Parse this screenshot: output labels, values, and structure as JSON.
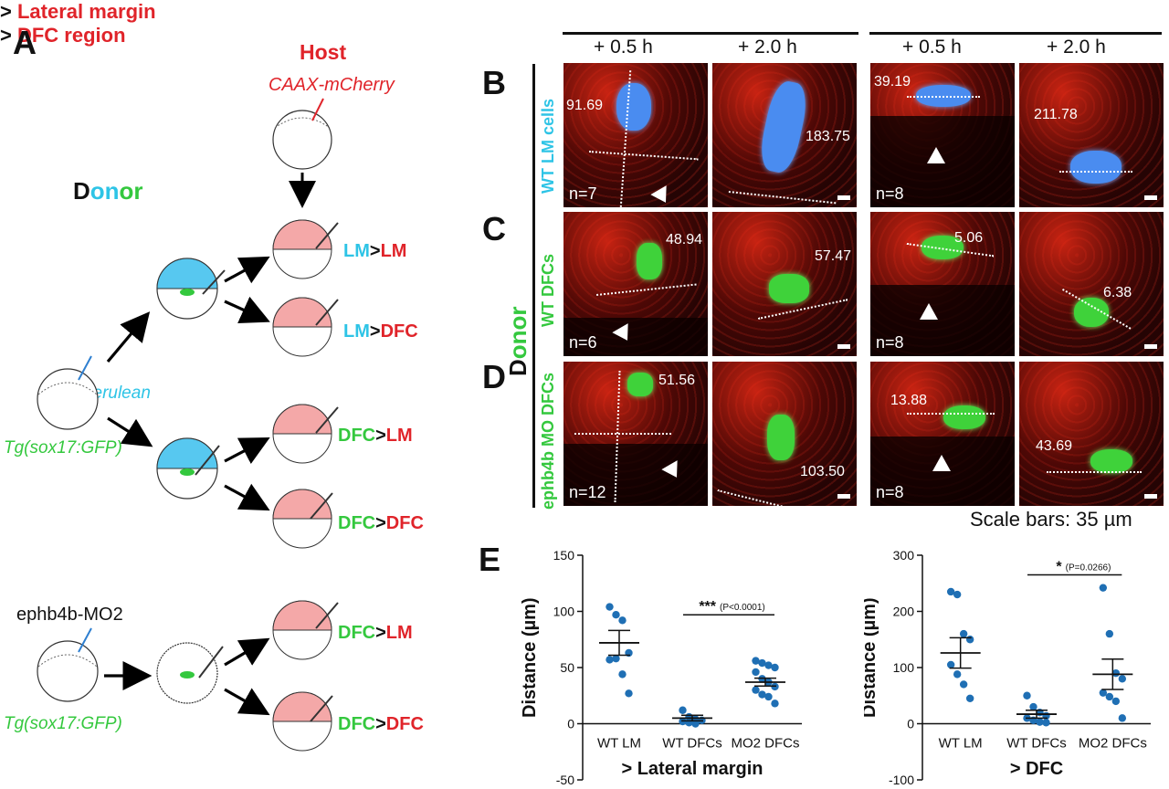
{
  "panel_A": {
    "letter": "A",
    "host_title": "Host",
    "host_injection": "CAAX-mCherry",
    "donor_title": {
      "d": "D",
      "on": "on",
      "or": "or"
    },
    "cerulean": "cerulean",
    "tg_label_top": "Tg(sox17:GFP)",
    "tg_label_bottom": "Tg(sox17:GFP)",
    "morpholino": "ephb4b-MO2",
    "transplants": [
      {
        "src": "LM",
        "sep": ">",
        "dst": "LM"
      },
      {
        "src": "LM",
        "sep": ">",
        "dst": "DFC"
      },
      {
        "src": "DFC",
        "sep": ">",
        "dst": "LM"
      },
      {
        "src": "DFC",
        "sep": ">",
        "dst": "DFC"
      },
      {
        "src": "DFC",
        "sep": ">",
        "dst": "LM"
      },
      {
        "src": "DFC",
        "sep": ">",
        "dst": "DFC"
      }
    ]
  },
  "panel_B_to_D": {
    "header_left": {
      "prefix": ">",
      "text": "Lateral margin"
    },
    "header_right": {
      "prefix": ">",
      "text": "DFC region"
    },
    "times": [
      "+ 0.5 h",
      "+ 2.0 h",
      "+ 0.5 h",
      "+ 2.0 h"
    ],
    "donor_vertical": {
      "d": "D",
      "rest": "onor"
    },
    "rows": [
      {
        "letter": "B",
        "label": "WT LM cells",
        "n_left": "n=7",
        "n_right": "n=8",
        "values": [
          "91.69",
          "183.75",
          "39.19",
          "211.78"
        ]
      },
      {
        "letter": "C",
        "label": "WT DFCs",
        "n_left": "n=6",
        "n_right": "n=8",
        "values": [
          "48.94",
          "57.47",
          "5.06",
          "6.38"
        ]
      },
      {
        "letter": "D",
        "label": "ephb4b MO DFCs",
        "n_left": "n=12",
        "n_right": "n=8",
        "values": [
          "51.56",
          "103.50",
          "13.88",
          "43.69"
        ]
      }
    ],
    "scale_bar": "Scale bars: 35 µm"
  },
  "panel_E": {
    "letter": "E",
    "chart_data": [
      {
        "type": "scatter",
        "ylabel": "Distance (µm)",
        "xlabel": "> Lateral margin",
        "categories": [
          "WT LM",
          "WT DFCs",
          "MO2 DFCs"
        ],
        "ylim": [
          -50,
          150
        ],
        "yticks": [
          -50,
          0,
          50,
          100,
          150
        ],
        "points": [
          [
            104,
            97,
            92,
            63,
            57,
            58,
            44,
            27
          ],
          [
            12,
            6,
            4,
            3,
            2,
            1,
            0
          ],
          [
            56,
            54,
            52,
            50,
            46,
            40,
            37,
            33,
            30,
            26,
            24,
            18
          ]
        ],
        "means": [
          72,
          5,
          37
        ],
        "sems": [
          11,
          2.5,
          3.5
        ],
        "significance": {
          "stars": "***",
          "p": "(P<0.0001)",
          "between": [
            "WT DFCs",
            "MO2 DFCs"
          ]
        },
        "color": "#1f6fb4"
      },
      {
        "type": "scatter",
        "ylabel": "Distance (µm)",
        "xlabel": "> DFC",
        "categories": [
          "WT LM",
          "WT DFCs",
          "MO2 DFCs"
        ],
        "ylim": [
          -100,
          300
        ],
        "yticks": [
          -100,
          0,
          100,
          200,
          300
        ],
        "points": [
          [
            235,
            230,
            160,
            150,
            105,
            88,
            70,
            45
          ],
          [
            50,
            30,
            20,
            14,
            10,
            6,
            3,
            2
          ],
          [
            242,
            160,
            90,
            80,
            55,
            48,
            40,
            10
          ]
        ],
        "means": [
          126,
          17,
          88
        ],
        "sems": [
          27,
          7,
          27
        ],
        "significance": {
          "stars": "*",
          "p": "(P=0.0266)",
          "between": [
            "WT DFCs",
            "MO2 DFCs"
          ]
        },
        "color": "#1f6fb4"
      }
    ]
  }
}
